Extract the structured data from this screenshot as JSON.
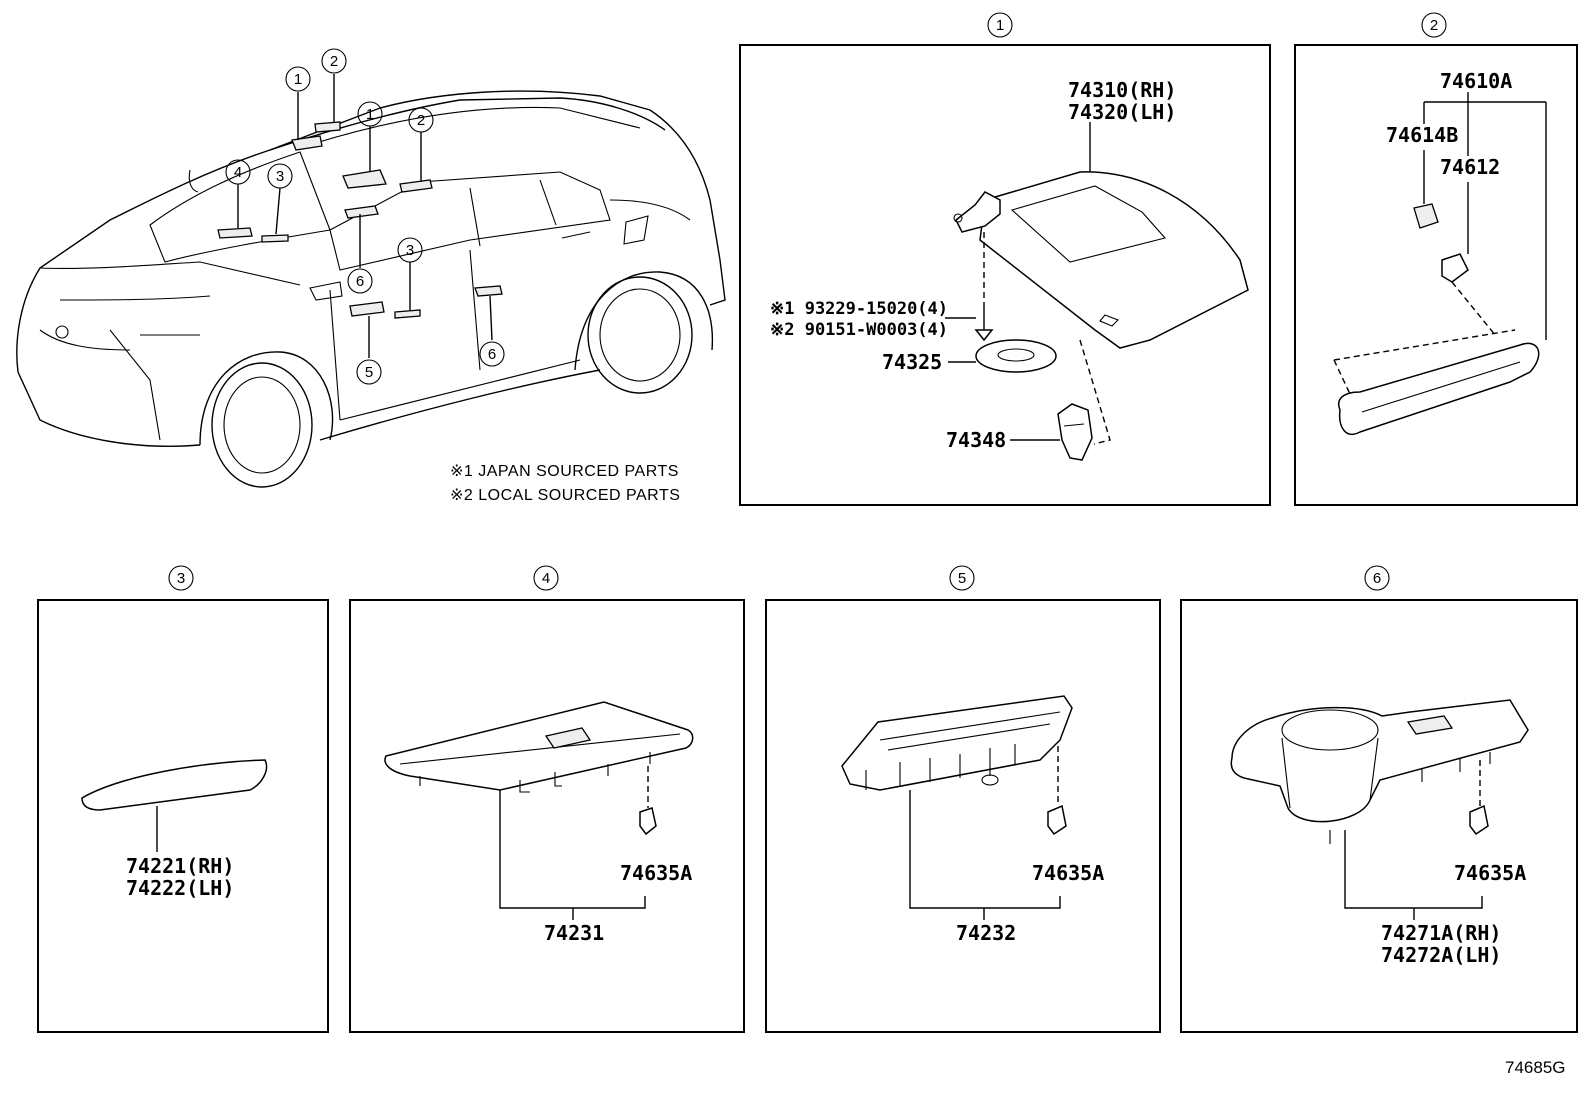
{
  "callouts": {
    "c1": "1",
    "c2": "2",
    "c3": "3",
    "c4": "4",
    "c5": "5",
    "c6": "6"
  },
  "notes": {
    "japan": "※1 JAPAN SOURCED PARTS",
    "local": "※2 LOCAL SOURCED PARTS"
  },
  "panel1": {
    "visor_rh": "74310(RH)",
    "visor_lh": "74320(LH)",
    "screw_japan": "※1 93229-15020(4)",
    "screw_local": "※2 90151-W0003(4)",
    "bracket": "74325",
    "holder": "74348"
  },
  "panel2": {
    "assy": "74610A",
    "cap": "74614B",
    "clip": "74612"
  },
  "panel3": {
    "rh": "74221(RH)",
    "lh": "74222(LH)"
  },
  "panel4": {
    "clip": "74635A",
    "base": "74231"
  },
  "panel5": {
    "clip": "74635A",
    "base": "74232"
  },
  "panel6": {
    "clip": "74635A",
    "rh": "74271A(RH)",
    "lh": "74272A(LH)"
  },
  "figure_id": "74685G"
}
